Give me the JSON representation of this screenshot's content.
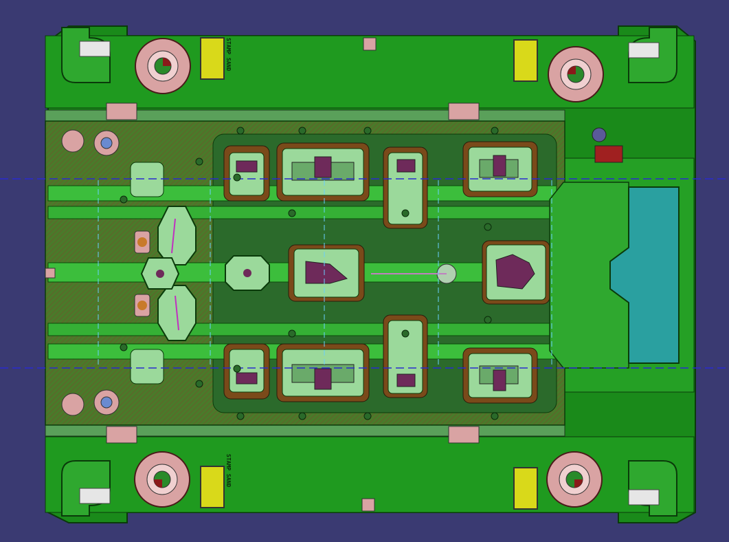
{
  "scene": {
    "title": "Die plate assembly top view",
    "stamp_text": "STAMP SAND",
    "colors": {
      "background": "#3a3a72",
      "plate_dark": "#1f7a1f",
      "plate_mid": "#2fa82f",
      "plate_light": "#49c449",
      "cavity": "#7a4a1a",
      "pad": "#d9a3a3",
      "insert": "#9bd99b",
      "insert_pink": "#6e2a5a",
      "yellow": "#d9d91a",
      "glass": "#2aa0a0",
      "centerline": "#2a2ad0"
    }
  },
  "parts": {
    "clamp_pads": [
      "top-left",
      "top-right",
      "bottom-left",
      "bottom-right"
    ],
    "stamp_labels": [
      "top",
      "bottom"
    ],
    "insert_pockets": [
      "upper-1",
      "upper-2",
      "upper-3",
      "upper-4",
      "lower-1",
      "lower-2",
      "lower-3",
      "lower-4"
    ],
    "center_inserts": [
      "left-hex",
      "center-pocket",
      "right-pocket"
    ],
    "window_panel": "right"
  }
}
